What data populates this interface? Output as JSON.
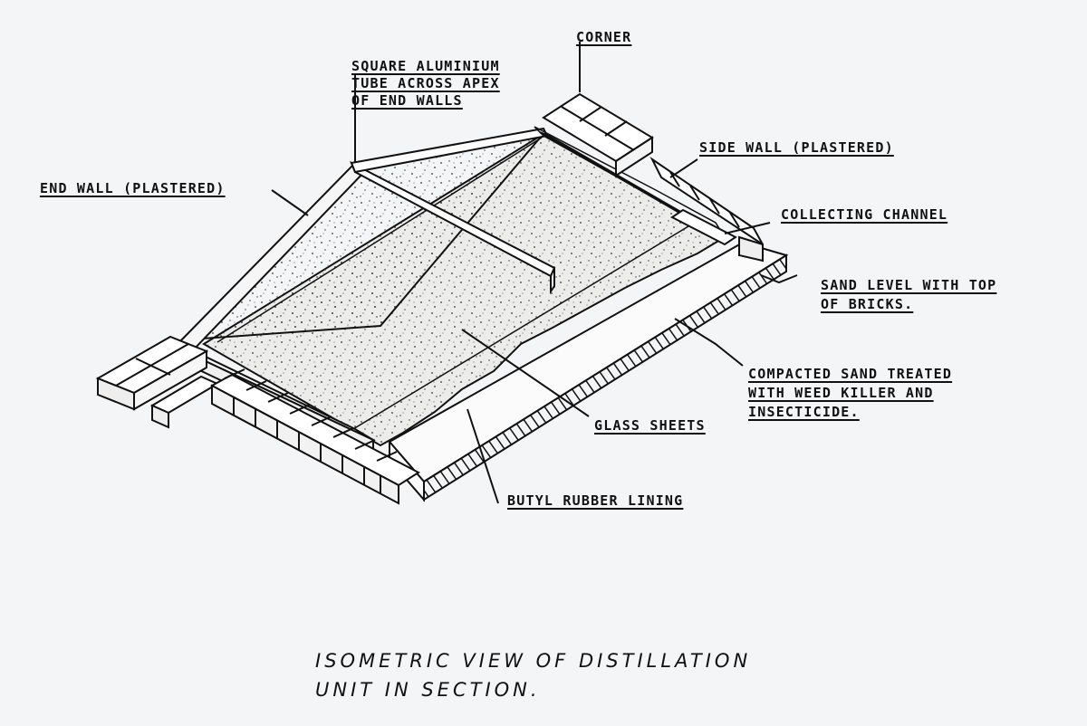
{
  "labels": {
    "corner": "CORNER",
    "tube_1": "SQUARE ALUMINIUM",
    "tube_2": "TUBE ACROSS APEX",
    "tube_3": "OF END WALLS",
    "side_wall": "SIDE WALL (PLASTERED)",
    "end_wall": "END WALL (PLASTERED)",
    "collecting_channel": "COLLECTING  CHANNEL",
    "sand_level_1": "SAND LEVEL WITH TOP",
    "sand_level_2": "OF BRICKS.",
    "compacted_1": "COMPACTED  SAND TREATED",
    "compacted_2": "WITH WEED KILLER AND",
    "compacted_3": "INSECTICIDE.",
    "glass_sheets": "GLASS SHEETS",
    "butyl": "BUTYL RUBBER LINING"
  },
  "caption": {
    "line1": "ISOMETRIC  VIEW  OF  DISTILLATION",
    "line2": "UNIT  IN  SECTION."
  },
  "colors": {
    "ink": "#111111",
    "paper": "#f4f5f7",
    "sand": "#e9e9e6"
  }
}
